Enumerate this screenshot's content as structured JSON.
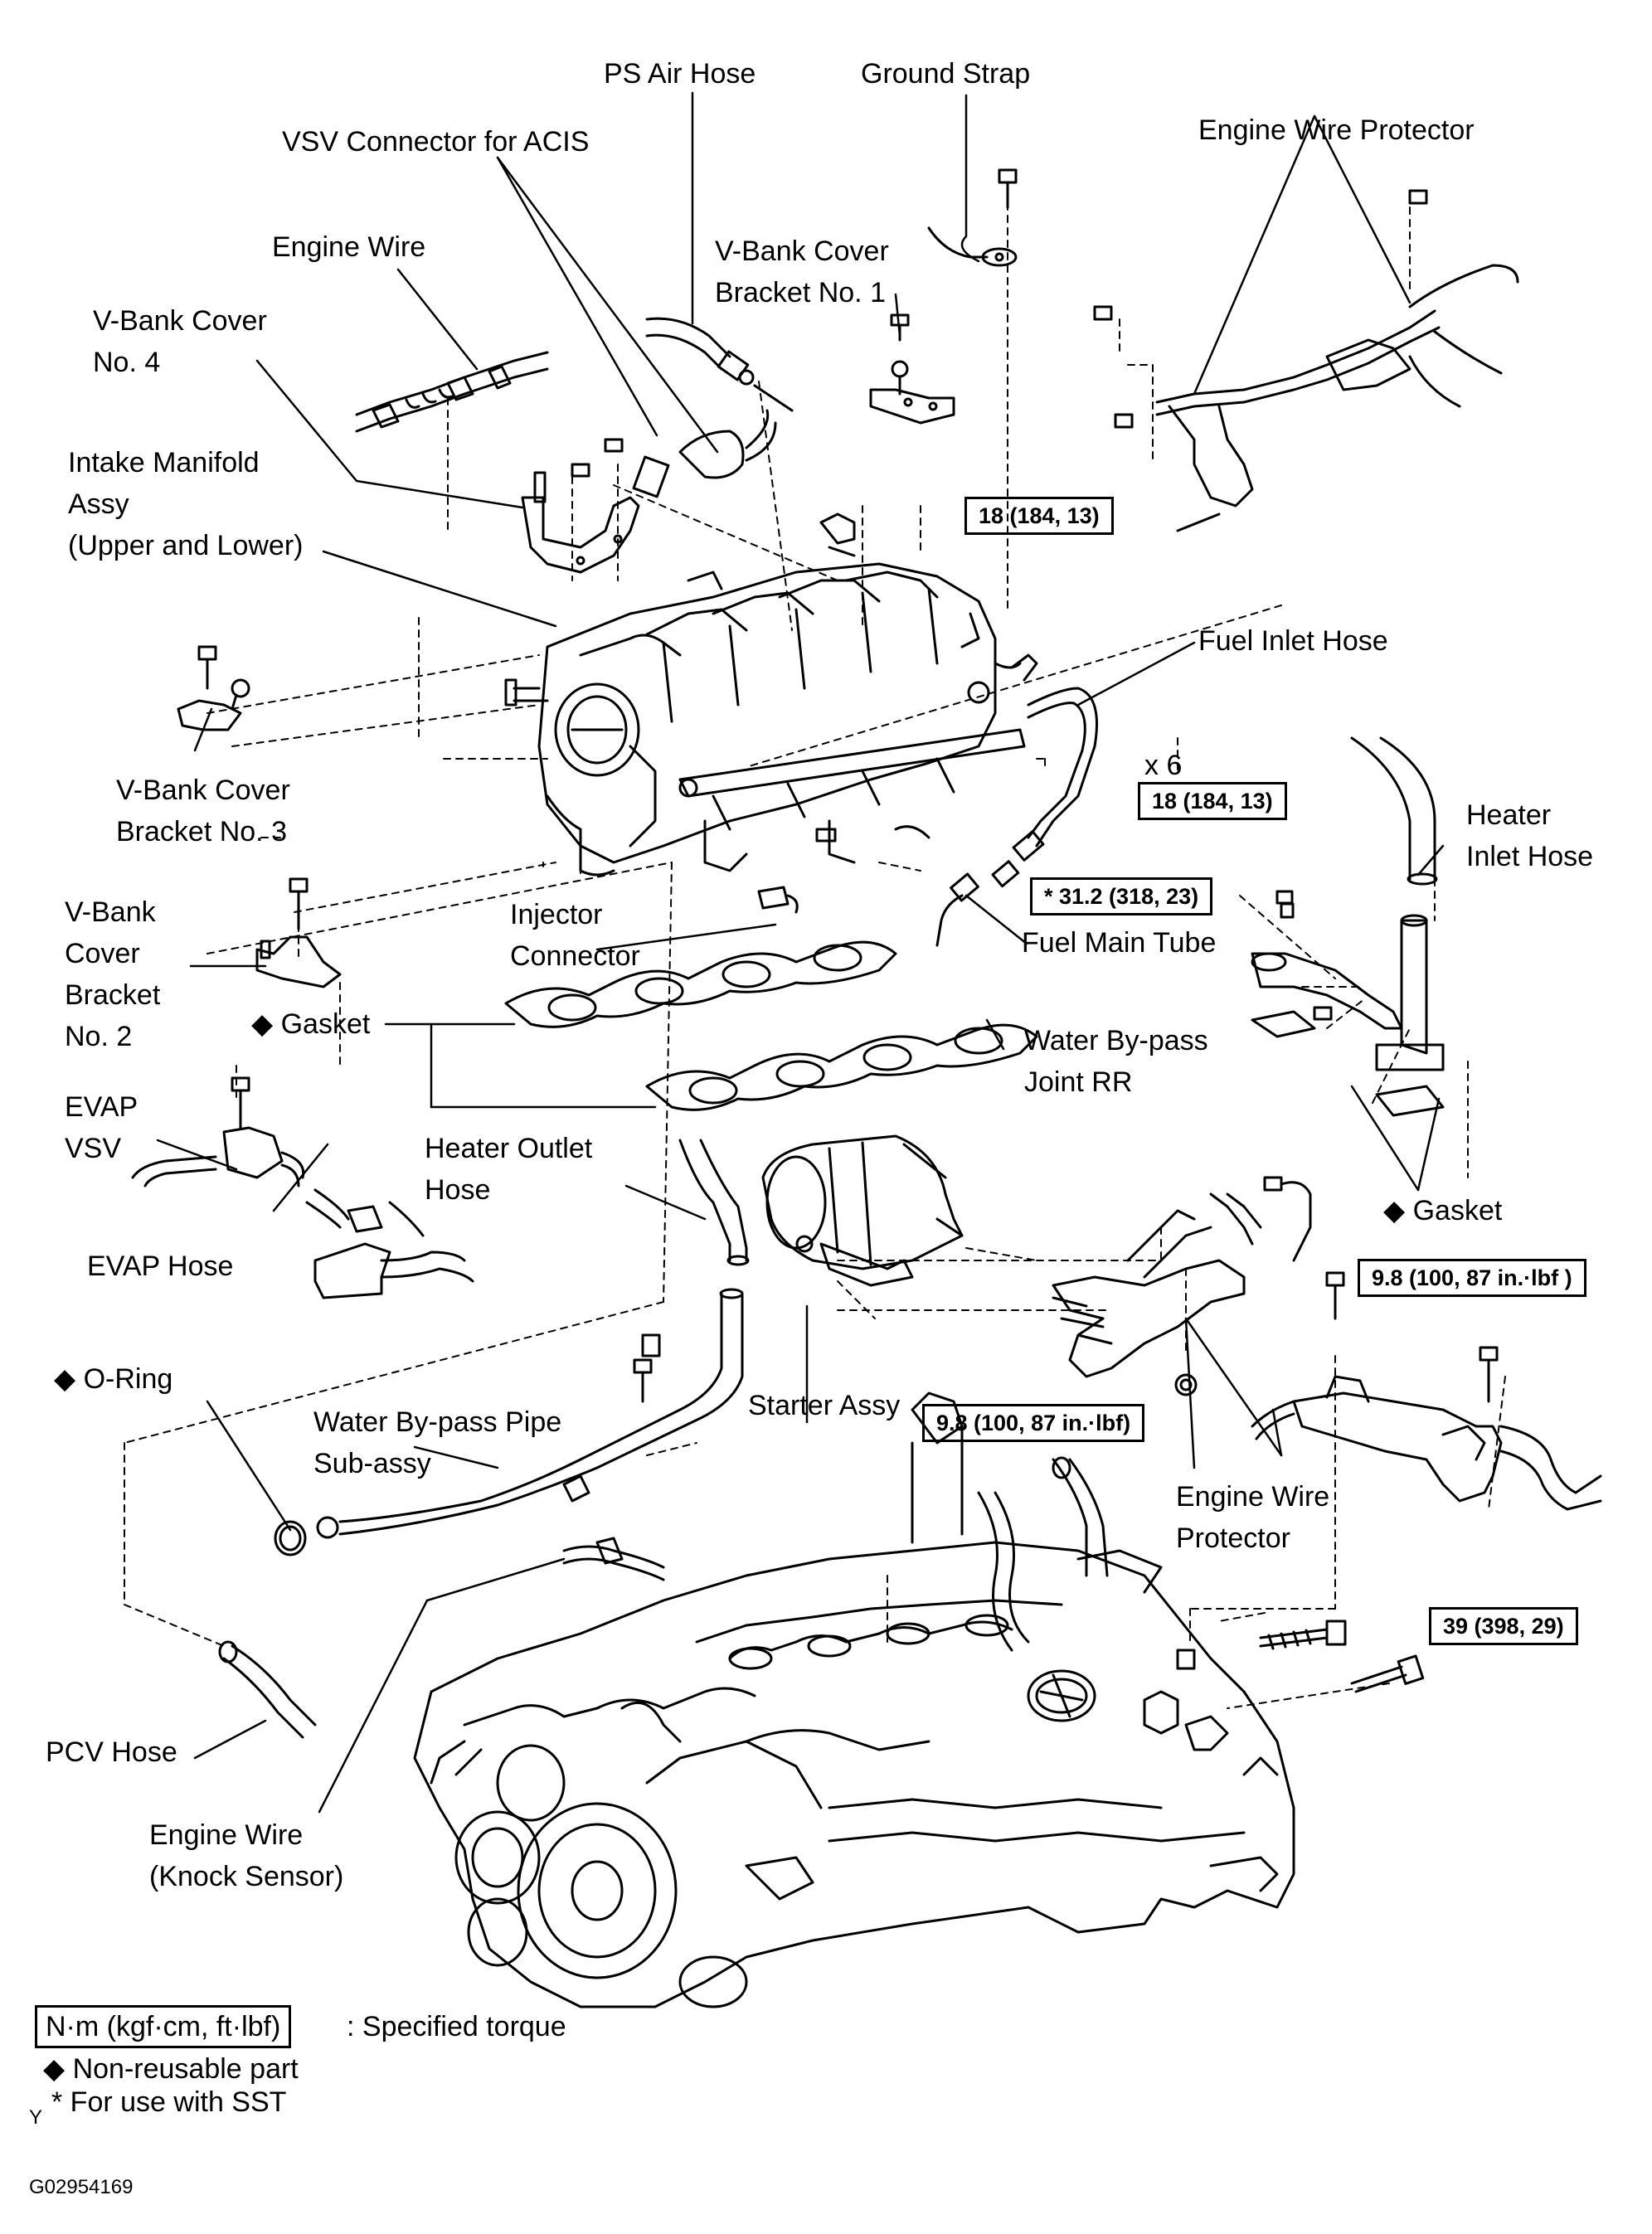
{
  "figure_id": "G02954169",
  "callouts": [
    {
      "id": "ps-air-hose",
      "lines": [
        "PS Air Hose"
      ]
    },
    {
      "id": "ground-strap",
      "lines": [
        "Ground Strap"
      ]
    },
    {
      "id": "vsv-connector-acis",
      "lines": [
        "VSV Connector for ACIS"
      ]
    },
    {
      "id": "engine-wire-protector-top",
      "lines": [
        "Engine Wire Protector"
      ]
    },
    {
      "id": "engine-wire",
      "lines": [
        "Engine Wire"
      ]
    },
    {
      "id": "v-bank-cover-bracket-1",
      "lines": [
        "V-Bank Cover",
        "Bracket No. 1"
      ]
    },
    {
      "id": "v-bank-cover-4",
      "lines": [
        "V-Bank Cover",
        "No. 4"
      ]
    },
    {
      "id": "intake-manifold-assy",
      "lines": [
        "Intake Manifold",
        "Assy",
        "(Upper and Lower)"
      ]
    },
    {
      "id": "fuel-inlet-hose",
      "lines": [
        "Fuel Inlet Hose"
      ]
    },
    {
      "id": "x6",
      "lines": [
        "x 6"
      ]
    },
    {
      "id": "v-bank-cover-bracket-3",
      "lines": [
        "V-Bank Cover",
        "Bracket No. 3"
      ]
    },
    {
      "id": "heater-inlet-hose",
      "lines": [
        "Heater",
        "Inlet Hose"
      ]
    },
    {
      "id": "injector-connector",
      "lines": [
        "Injector",
        "Connector"
      ]
    },
    {
      "id": "fuel-main-tube",
      "lines": [
        "Fuel Main Tube"
      ]
    },
    {
      "id": "v-bank-cover-bracket-2",
      "lines": [
        "V-Bank",
        "Cover",
        "Bracket",
        "No. 2"
      ]
    },
    {
      "id": "gasket-left",
      "lines": [
        "◆ Gasket"
      ]
    },
    {
      "id": "water-bypass-joint",
      "lines": [
        "Water By-pass",
        "Joint RR"
      ]
    },
    {
      "id": "evap-vsv",
      "lines": [
        "EVAP",
        "VSV"
      ]
    },
    {
      "id": "heater-outlet-hose",
      "lines": [
        "Heater Outlet",
        "Hose"
      ]
    },
    {
      "id": "gasket-right",
      "lines": [
        "◆ Gasket"
      ]
    },
    {
      "id": "evap-hose",
      "lines": [
        "EVAP Hose"
      ]
    },
    {
      "id": "o-ring",
      "lines": [
        "◆  O-Ring"
      ]
    },
    {
      "id": "water-bypass-pipe",
      "lines": [
        "Water By-pass Pipe",
        "Sub-assy"
      ]
    },
    {
      "id": "starter-assy",
      "lines": [
        "Starter Assy"
      ]
    },
    {
      "id": "engine-wire-protector-low",
      "lines": [
        "Engine Wire",
        "Protector"
      ]
    },
    {
      "id": "pcv-hose",
      "lines": [
        "PCV Hose"
      ]
    },
    {
      "id": "engine-wire-knock",
      "lines": [
        "Engine Wire",
        "(Knock Sensor)"
      ]
    }
  ],
  "torque_boxes": [
    {
      "id": "torque-18-top",
      "text": "18 (184, 13)"
    },
    {
      "id": "torque-18-mid",
      "text": "18 (184, 13)"
    },
    {
      "id": "torque-31",
      "text": "* 31.2 (318, 23)"
    },
    {
      "id": "torque-9-8-right",
      "text": "9.8 (100, 87 in.·lbf )"
    },
    {
      "id": "torque-9-8-mid",
      "text": "9.8 (100, 87 in.·lbf)"
    },
    {
      "id": "torque-39",
      "text": "39 (398, 29)"
    }
  ],
  "legend": {
    "unit_box": "N·m (kgf·cm, ft·lbf)",
    "unit_desc": ": Specified torque",
    "non_reusable": "◆  Non-reusable part",
    "sst_mark": "Y",
    "sst": "* For use with SST"
  }
}
